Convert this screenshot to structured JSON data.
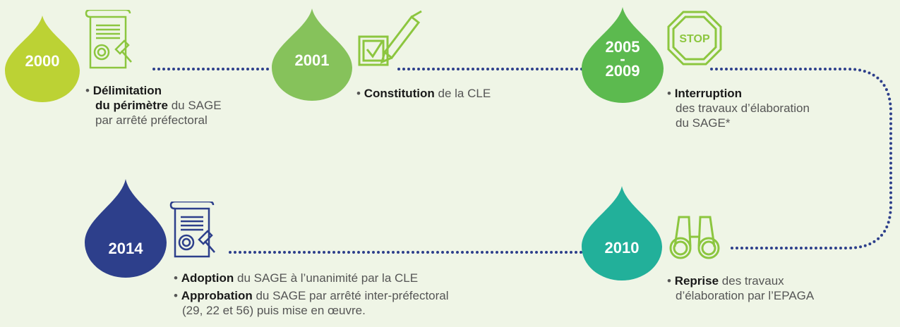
{
  "colors": {
    "background": "#eff5e6",
    "drop_2000": "#bcd234",
    "drop_2001": "#86c25b",
    "drop_2005": "#5cba4f",
    "drop_2010": "#22b09a",
    "drop_2014": "#2d3f8b",
    "dots": "#2d3f8b",
    "icon_line": "#8cc63f"
  },
  "milestones": [
    {
      "year": "2000",
      "icon": "decree-document-icon",
      "lines": [
        {
          "bold": "Délimitation",
          "rest": ""
        },
        {
          "bold": "du périmètre",
          "rest": " du SAGE"
        },
        {
          "bold": "",
          "rest": "par arrêté préfectoral"
        }
      ]
    },
    {
      "year": "2001",
      "icon": "checkbox-pen-icon",
      "lines": [
        {
          "bold": "Constitution",
          "rest": " de la CLE"
        }
      ]
    },
    {
      "year_top": "2005",
      "year_dash": "-",
      "year_bottom": "2009",
      "icon": "stop-sign-icon",
      "lines": [
        {
          "bold": "Interruption",
          "rest": ""
        },
        {
          "bold": "",
          "rest": "des travaux d’élaboration"
        },
        {
          "bold": "",
          "rest": "du SAGE*"
        }
      ]
    },
    {
      "year": "2010",
      "icon": "binoculars-icon",
      "lines": [
        {
          "bold": "Reprise",
          "rest": " des travaux"
        },
        {
          "bold": "",
          "rest": "d’élaboration par l’EPAGA"
        }
      ]
    },
    {
      "year": "2014",
      "icon": "decree-document-icon",
      "lines": [
        {
          "bold": "Adoption",
          "rest": " du SAGE à l’unanimité par la CLE"
        }
      ],
      "lines2": [
        {
          "bold": "Approbation",
          "rest": " du SAGE par arrêté inter-préfectoral"
        },
        {
          "bold": "",
          "rest": "(29, 22 et 56) puis mise en œuvre."
        }
      ]
    }
  ],
  "bullet": "•"
}
